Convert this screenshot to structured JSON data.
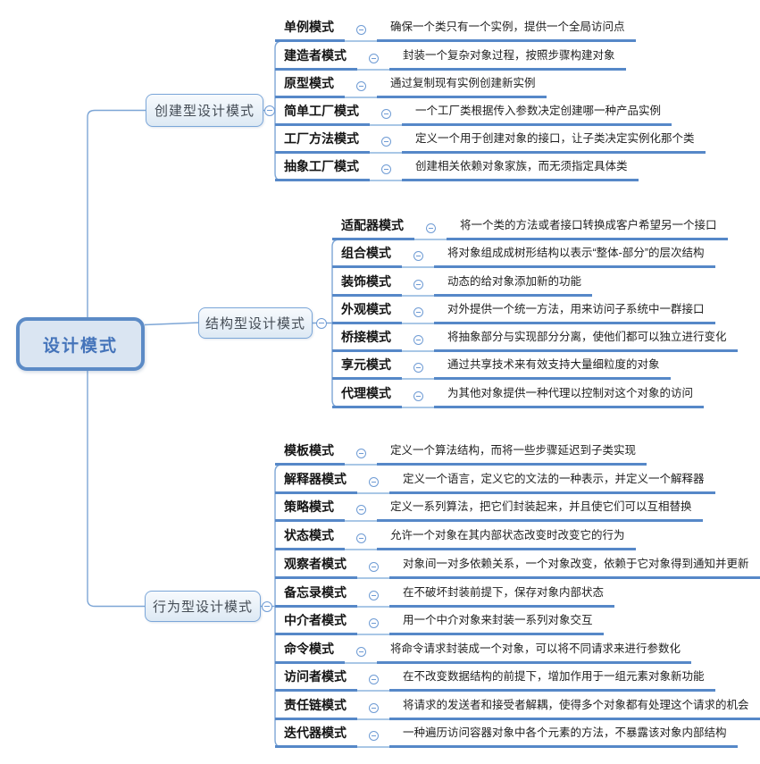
{
  "root": {
    "label": "设计模式"
  },
  "branches": [
    {
      "label": "创建型设计模式",
      "children": [
        {
          "name": "单例模式",
          "desc": "确保一个类只有一个实例，提供一个全局访问点"
        },
        {
          "name": "建造者模式",
          "desc": "封装一个复杂对象过程，按照步骤构建对象"
        },
        {
          "name": "原型模式",
          "desc": "通过复制现有实例创建新实例"
        },
        {
          "name": "简单工厂模式",
          "desc": "一个工厂类根据传入参数决定创建哪一种产品实例"
        },
        {
          "name": "工厂方法模式",
          "desc": "定义一个用于创建对象的接口，让子类决定实例化那个类"
        },
        {
          "name": "抽象工厂模式",
          "desc": "创建相关依赖对象家族，而无须指定具体类"
        }
      ]
    },
    {
      "label": "结构型设计模式",
      "children": [
        {
          "name": "适配器模式",
          "desc": "将一个类的方法或者接口转换成客户希望另一个接口"
        },
        {
          "name": "组合模式",
          "desc": "将对象组成成树形结构以表示“整体-部分”的层次结构"
        },
        {
          "name": "装饰模式",
          "desc": "动态的给对象添加新的功能"
        },
        {
          "name": "外观模式",
          "desc": "对外提供一个统一方法，用来访问子系统中一群接口"
        },
        {
          "name": "桥接模式",
          "desc": "将抽象部分与实现部分分离，使他们都可以独立进行变化"
        },
        {
          "name": "享元模式",
          "desc": "通过共享技术来有效支持大量细粒度的对象"
        },
        {
          "name": "代理模式",
          "desc": "为其他对象提供一种代理以控制对这个对象的访问"
        }
      ]
    },
    {
      "label": "行为型设计模式",
      "children": [
        {
          "name": "模板模式",
          "desc": "定义一个算法结构，而将一些步骤延迟到子类实现"
        },
        {
          "name": "解释器模式",
          "desc": "定义一个语言，定义它的文法的一种表示，并定义一个解释器"
        },
        {
          "name": "策略模式",
          "desc": "定义一系列算法，把它们封装起来，并且使它们可以互相替换"
        },
        {
          "name": "状态模式",
          "desc": "允许一个对象在其内部状态改变时改变它的行为"
        },
        {
          "name": "观察者模式",
          "desc": "对象间一对多依赖关系，一个对象改变，依赖于它对象得到通知并更新"
        },
        {
          "name": "备忘录模式",
          "desc": "在不破坏封装前提下，保存对象内部状态"
        },
        {
          "name": "中介者模式",
          "desc": "用一个中介对象来封装一系列对象交互"
        },
        {
          "name": "命令模式",
          "desc": "将命令请求封装成一个对象，可以将不同请求来进行参数化"
        },
        {
          "name": "访问者模式",
          "desc": "在不改变数据结构的前提下，增加作用于一组元素对象新功能"
        },
        {
          "name": "责任链模式",
          "desc": "将请求的发送者和接受者解耦，使得多个对象都有处理这个请求的机会"
        },
        {
          "name": "迭代器模式",
          "desc": "一种遍历访问容器对象中各个元素的方法，不暴露该对象内部结构"
        }
      ]
    }
  ],
  "icons": {
    "collapse": "minus-circle-icon"
  },
  "colors": {
    "underline": "#5688c8",
    "spine": "#7da6d6",
    "root_border": "#5c8bc6",
    "root_bg": "#dae5f2",
    "root_text": "#4574ba",
    "node_border": "#7ba6d8",
    "node_text": "#454d56",
    "leaf_text": "#141414"
  }
}
